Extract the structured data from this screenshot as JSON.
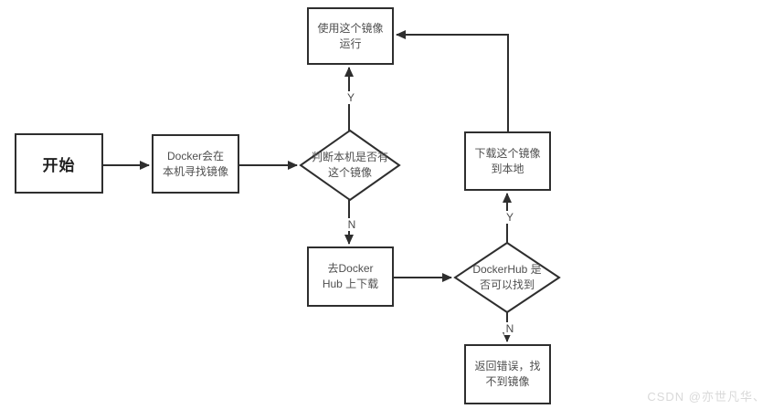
{
  "diagram": {
    "nodes": {
      "start": {
        "label": "开始"
      },
      "find_local": {
        "label": "Docker会在\n本机寻找镜像"
      },
      "decision_local": {
        "label": "判断本机是否有\n这个镜像"
      },
      "run_image": {
        "label": "使用这个镜像\n运行"
      },
      "download_image": {
        "label": "下载这个镜像\n到本地"
      },
      "go_dockerhub": {
        "label": "去Docker\nHub 上下载"
      },
      "decision_hub": {
        "label": "DockerHub 是\n否可以找到"
      },
      "return_error": {
        "label": "返回错误，找\n不到镜像"
      }
    },
    "edge_labels": {
      "local_yes": "Y",
      "local_no": "N",
      "hub_yes": "Y",
      "hub_no": "N"
    }
  },
  "watermark": {
    "text": "CSDN @亦世凡华、"
  },
  "colors": {
    "line": "#2e2e2e",
    "node_border": "#2e2e2e",
    "node_text": "#4f4f4f",
    "start_text": "#1f1f1f",
    "watermark_text": "#d9d9d9",
    "background": "#ffffff"
  }
}
